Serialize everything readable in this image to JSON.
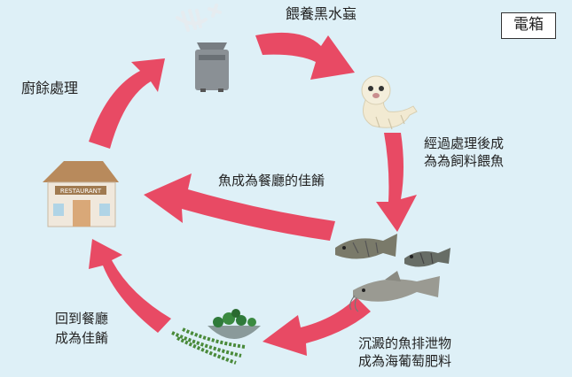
{
  "badge": "電箱",
  "labels": {
    "feed_larvae": "餵養黑水蝱",
    "food_waste": "廚餘處理",
    "processed_feed_l1": "經過處理後成",
    "processed_feed_l2": "為為飼料餵魚",
    "fish_dish": "魚成為餐廳的佳餚",
    "back_to_restaurant_l1": "回到餐廳",
    "back_to_restaurant_l2": "成為佳餚",
    "fertilizer_l1": "沉澱的魚排泄物",
    "fertilizer_l2": "成為海葡萄肥料"
  },
  "restaurant_sign": "RESTAURANT",
  "icons": [
    "fish-bone-icon",
    "waste-bin-icon",
    "larva-icon",
    "fish-icon",
    "catfish-icon",
    "sea-grape-bowl-icon",
    "restaurant-icon"
  ],
  "colors": {
    "background": "#def0f7",
    "arrow": "#e84a64"
  }
}
